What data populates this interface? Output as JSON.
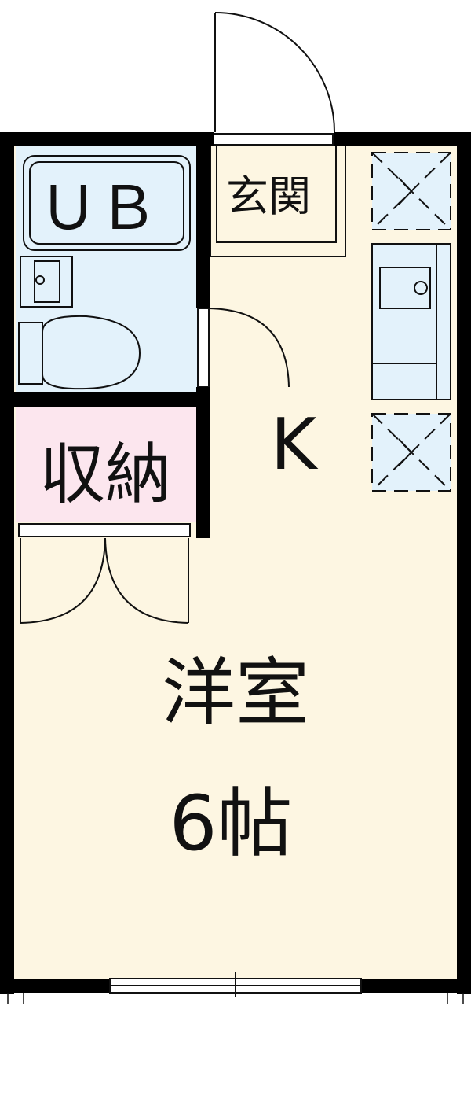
{
  "rooms": {
    "unit_bath": "ＵＢ",
    "entrance": "玄関",
    "storage": "収納",
    "kitchen": "K",
    "western_room": "洋室",
    "western_room_size": "6帖"
  },
  "colors": {
    "floor": "#fdf6e2",
    "bath": "#e3f2fb",
    "storage": "#fce6ee",
    "wall": "#000000",
    "fixture_fill": "#e3f2fb"
  }
}
